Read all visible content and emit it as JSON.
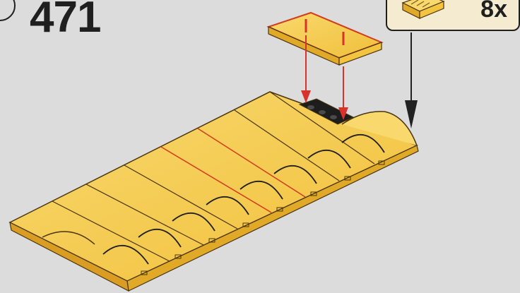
{
  "step": {
    "number": "471"
  },
  "callout": {
    "quantity": "8x"
  },
  "colors": {
    "background": "#dcdcdc",
    "brick_yellow": "#f3c440",
    "brick_yellow_light": "#f9d96e",
    "brick_yellow_shade": "#e0aa28",
    "edge_dark": "#4a3410",
    "edge_red": "#d23b1c",
    "arrow_red": "#d8322c",
    "arrow_black": "#222222",
    "callout_fill": "#f5ebd0"
  },
  "icons": {
    "previous_step_marker": "circle-outline",
    "part_in_callout": "curved-slope-brick",
    "assembly_arrows": "down-arrow"
  }
}
